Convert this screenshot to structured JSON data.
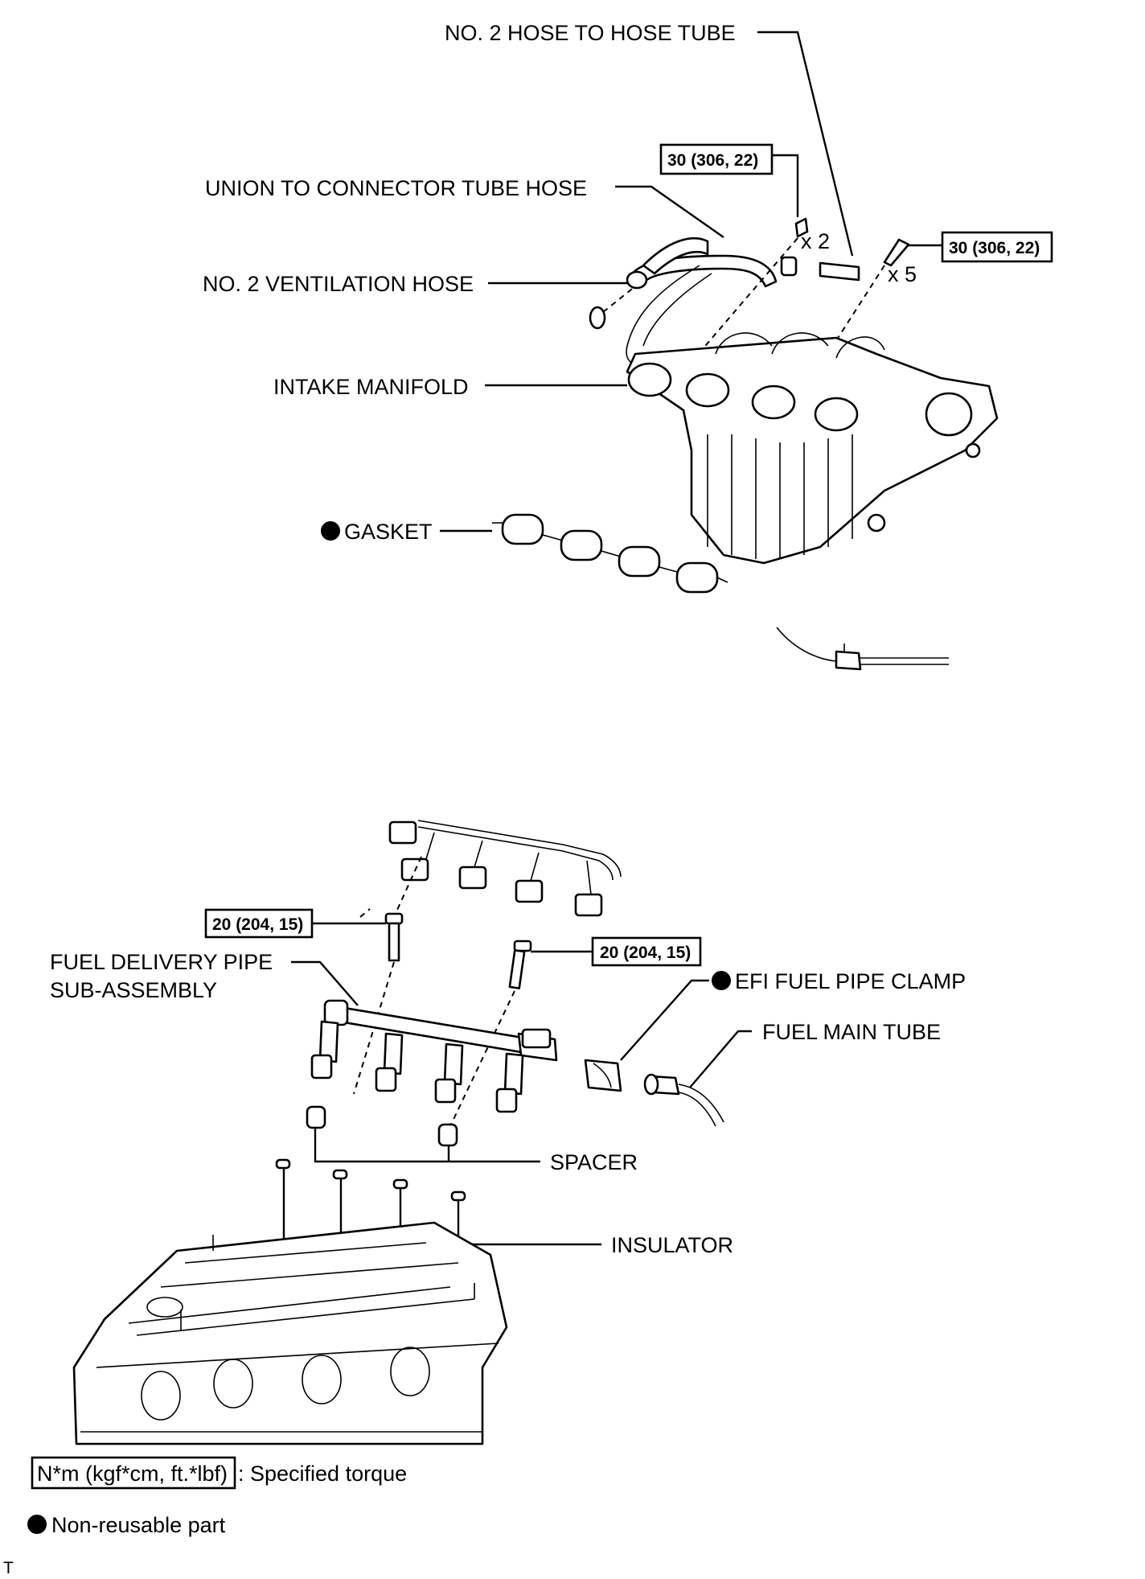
{
  "labels": {
    "no2_hose_to_hose_tube": "NO. 2 HOSE TO HOSE TUBE",
    "union_to_connector_tube_hose": "UNION TO CONNECTOR TUBE HOSE",
    "no2_ventilation_hose": "NO. 2 VENTILATION HOSE",
    "intake_manifold": "INTAKE MANIFOLD",
    "gasket": "GASKET",
    "fuel_delivery_pipe_line1": "FUEL DELIVERY PIPE",
    "fuel_delivery_pipe_line2": "SUB-ASSEMBLY",
    "efi_fuel_pipe_clamp": "EFI FUEL PIPE CLAMP",
    "fuel_main_tube": "FUEL MAIN TUBE",
    "spacer": "SPACER",
    "insulator": "INSULATOR"
  },
  "torque": {
    "nut_manifold": "30 (306, 22)",
    "bolt_manifold": "30 (306, 22)",
    "bolt_pipe_left": "20 (204, 15)",
    "bolt_pipe_right": "20 (204, 15)"
  },
  "quantities": {
    "nut_qty": "x 2",
    "bolt_qty": "x 5"
  },
  "legend": {
    "torque_box": "N*m (kgf*cm, ft.*lbf)",
    "torque_text": ": Specified torque",
    "nonreusable_text": "Non-reusable part"
  },
  "corner_mark": "T"
}
